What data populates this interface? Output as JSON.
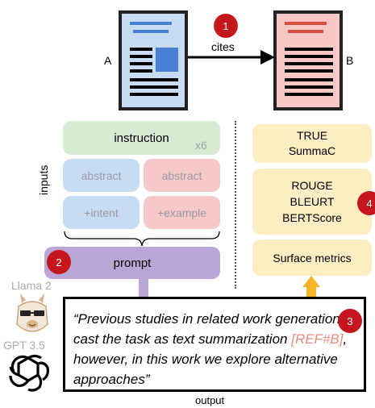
{
  "paper_a_label": "A",
  "paper_b_label": "B",
  "cites_label": "cites",
  "step_numbers": [
    "1",
    "2",
    "3",
    "4"
  ],
  "instruction": {
    "label": "instruction",
    "multiplier": "x6"
  },
  "inputs_label": "inputs",
  "input_cells": [
    "abstract",
    "abstract",
    "+intent",
    "+example"
  ],
  "prompt_label": "prompt",
  "models": [
    "Llama 2",
    "GPT 3.5"
  ],
  "metrics": {
    "group1": [
      "TRUE",
      "SummaC"
    ],
    "group2": [
      "ROUGE",
      "BLEURT",
      "BERTScore"
    ],
    "surface": "Surface metrics"
  },
  "quote": {
    "before": "“Previous studies in related work generation cast the task as text summarization ",
    "ref": "[REF#B]",
    "after": ", however, in this work we explore alternative approaches”"
  },
  "output_label": "output",
  "colors": {
    "paper_a": "#c7dcf2",
    "paper_b": "#f6c7c4",
    "instruction": "#d7ebd2",
    "abstract_a": "#c7dcf2",
    "abstract_b": "#f5c9c8",
    "prompt": "#b9a6d6",
    "metric": "#fdedc2",
    "arrow_yellow": "#f3b62a",
    "arrow_purple": "#b9a6d6",
    "marker": "#c4161c",
    "ref_text": "#e88a80"
  }
}
